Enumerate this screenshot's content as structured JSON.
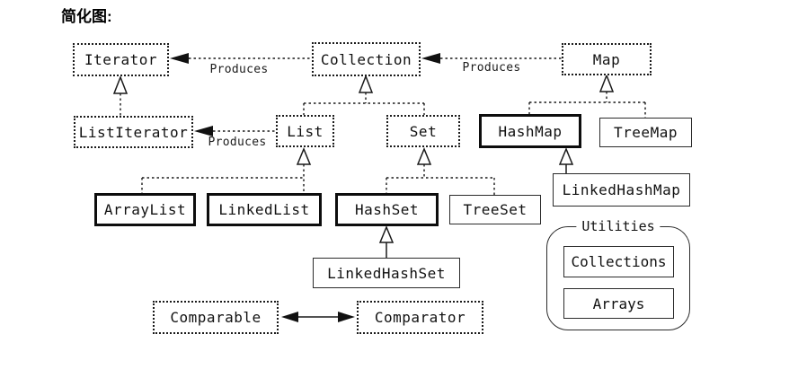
{
  "title": "简化图:",
  "diagram": {
    "nodes": {
      "iterator": {
        "label": "Iterator"
      },
      "collection": {
        "label": "Collection"
      },
      "map": {
        "label": "Map"
      },
      "listiterator": {
        "label": "ListIterator"
      },
      "list": {
        "label": "List"
      },
      "set": {
        "label": "Set"
      },
      "hashmap": {
        "label": "HashMap"
      },
      "treemap": {
        "label": "TreeMap"
      },
      "linkedhashmap": {
        "label": "LinkedHashMap"
      },
      "arraylist": {
        "label": "ArrayList"
      },
      "linkedlist": {
        "label": "LinkedList"
      },
      "hashset": {
        "label": "HashSet"
      },
      "treeset": {
        "label": "TreeSet"
      },
      "linkedhashset": {
        "label": "LinkedHashSet"
      },
      "comparable": {
        "label": "Comparable"
      },
      "comparator": {
        "label": "Comparator"
      }
    },
    "utilities": {
      "label": "Utilities",
      "members": {
        "collections": {
          "label": "Collections"
        },
        "arrays": {
          "label": "Arrays"
        }
      }
    },
    "produces_labels": [
      "Produces",
      "Produces",
      "Produces"
    ],
    "colors": {
      "line": "#000000",
      "background": "#ffffff",
      "box_fill": "#ffffff"
    }
  }
}
